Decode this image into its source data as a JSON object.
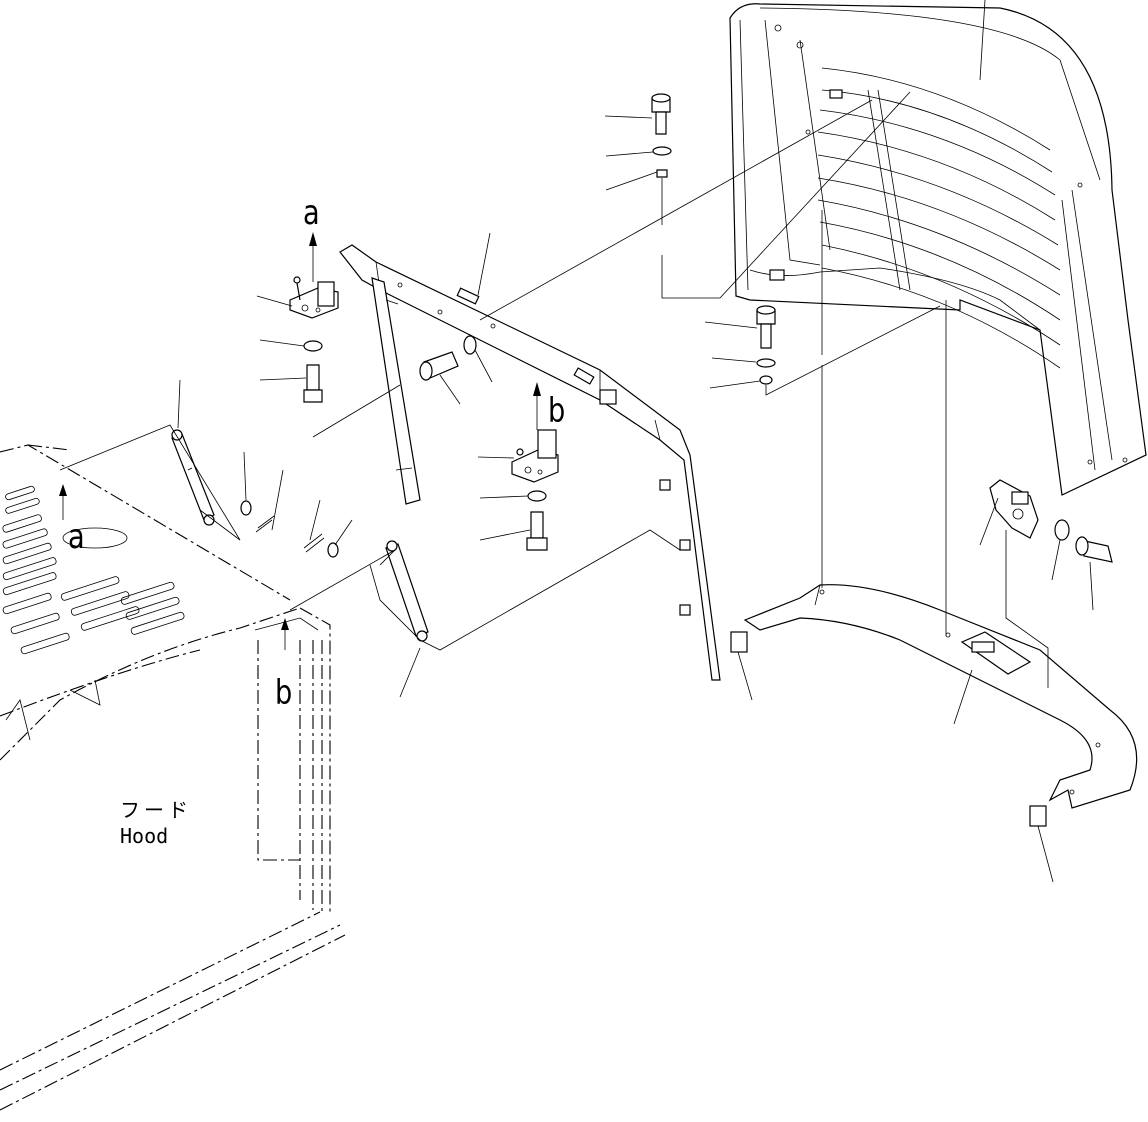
{
  "labels": {
    "detail_a_upper": "a",
    "detail_a_lower": "a",
    "detail_b_upper": "b",
    "detail_b_lower": "b",
    "hood_jp": "フード",
    "hood_en": "Hood"
  }
}
